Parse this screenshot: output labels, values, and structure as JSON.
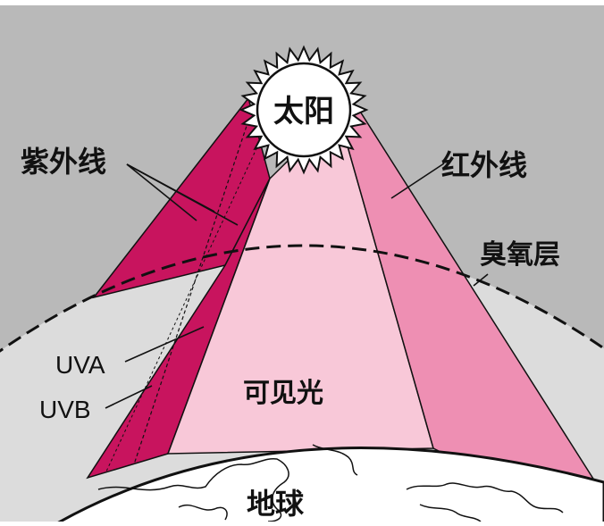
{
  "labels": {
    "sun": "太阳",
    "ultraviolet": "紫外线",
    "infrared": "红外线",
    "ozone_layer": "臭氧层",
    "uva": "UVA",
    "uvb": "UVB",
    "visible_light": "可见光",
    "earth": "地球"
  },
  "colors": {
    "sky": "#b9b9b9",
    "atmosphere": "#dcdcdc",
    "ultraviolet_band": "#c8145e",
    "visible_band": "#f8c8d8",
    "infrared_band": "#ee8fb3",
    "sun_fill": "#ffffff",
    "earth_fill": "#ffffff",
    "line": "#111111"
  },
  "icons": {
    "sun": "sun-icon",
    "earth": "earth-globe-icon"
  }
}
